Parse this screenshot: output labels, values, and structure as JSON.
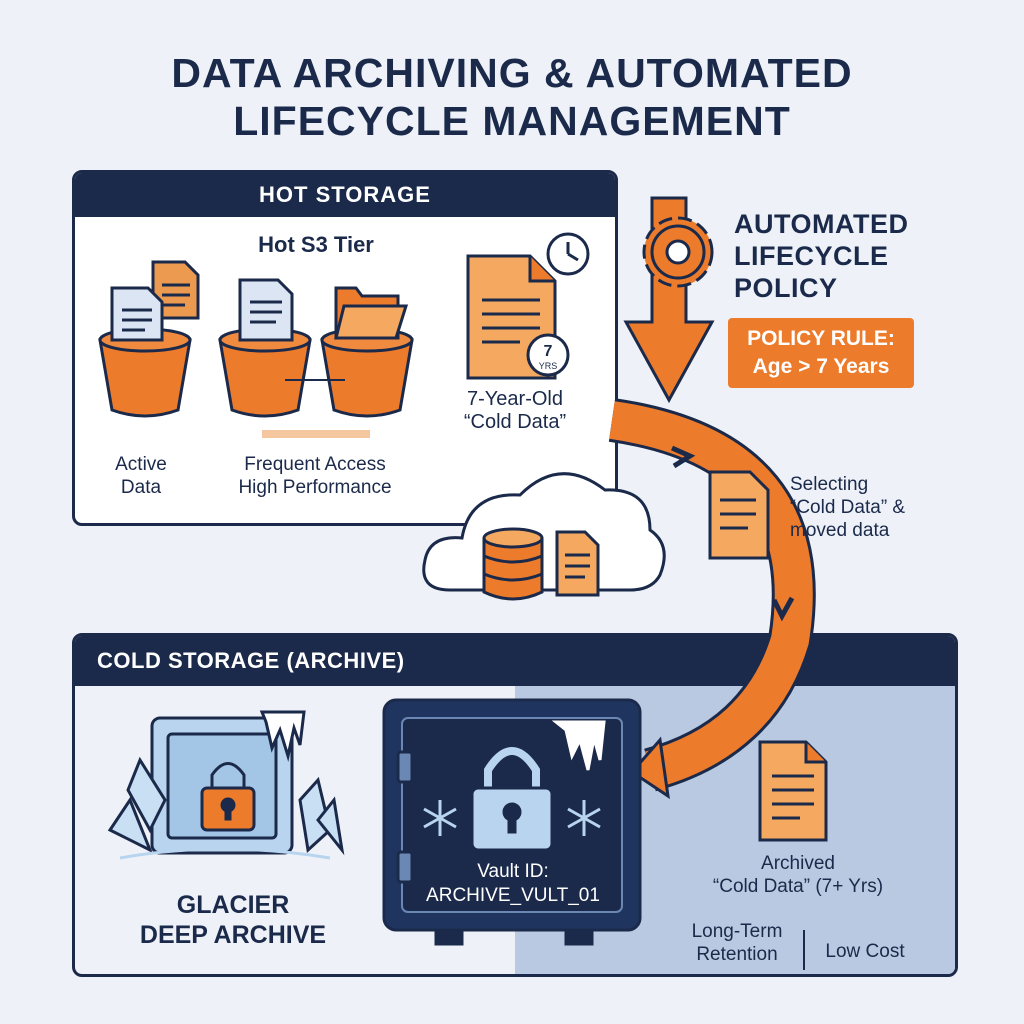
{
  "title": {
    "line1": "DATA ARCHIVING & AUTOMATED",
    "line2": "LIFECYCLE MANAGEMENT"
  },
  "hot_storage": {
    "header": "HOT STORAGE",
    "tier_label": "Hot S3 Tier",
    "active_label_1": "Active",
    "active_label_2": "Data",
    "frequent_label_1": "Frequent Access",
    "frequent_label_2": "High Performance",
    "old_data_label_1": "7-Year-Old",
    "old_data_label_2": "“Cold Data”",
    "badge_number": "7",
    "badge_unit": "YRS"
  },
  "policy": {
    "title_1": "AUTOMATED",
    "title_2": "LIFECYCLE",
    "title_3": "POLICY",
    "rule_1": "POLICY RULE:",
    "rule_2": "Age > 7 Years"
  },
  "transfer": {
    "label_1": "Selecting",
    "label_2": "“Cold Data” &",
    "label_3": "moved data"
  },
  "cold_storage": {
    "header": "COLD STORAGE (ARCHIVE)",
    "glacier_1": "GLACIER",
    "glacier_2": "DEEP ARCHIVE",
    "vault_id_label": "Vault ID:",
    "vault_id_value": "ARCHIVE_VULT_01",
    "archived_1": "Archived",
    "archived_2": "“Cold Data” (7+ Yrs)",
    "retention_1": "Long-Term",
    "retention_2": "Retention",
    "low_cost": "Low Cost"
  },
  "colors": {
    "navy": "#1b2a4a",
    "orange": "#ec7b2c",
    "ice": "#b8d4ee"
  }
}
